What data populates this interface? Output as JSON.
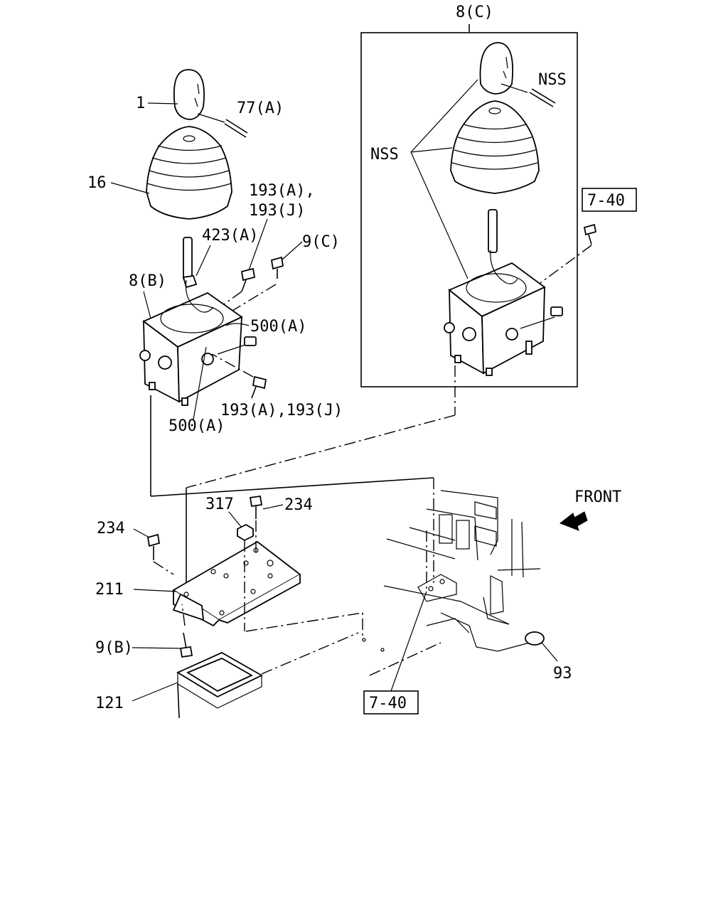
{
  "labels": {
    "assembly_c": "8(C)",
    "nss_pin": "NSS",
    "nss_group": "NSS",
    "ref_top": "7-40",
    "knob": "1",
    "pin": "77(A)",
    "boot": "16",
    "screw_193_top_a": "193(A),",
    "screw_193_top_j": "193(J)",
    "part_423": "423(A)",
    "bolt_9c": "9(C)",
    "assembly_b": "8(B)",
    "seal_500_right": "500(A)",
    "seal_500_bottom": "500(A)",
    "screw_193_bottom": "193(A),193(J)",
    "front": "FRONT",
    "nut_317": "317",
    "bolt_234_right": "234",
    "bolt_234_left": "234",
    "plate_211": "211",
    "bolt_9b": "9(B)",
    "gasket_121": "121",
    "cap_93": "93",
    "ref_bottom": "7-40"
  },
  "icons": {
    "front_arrow": "front-arrow-icon"
  }
}
